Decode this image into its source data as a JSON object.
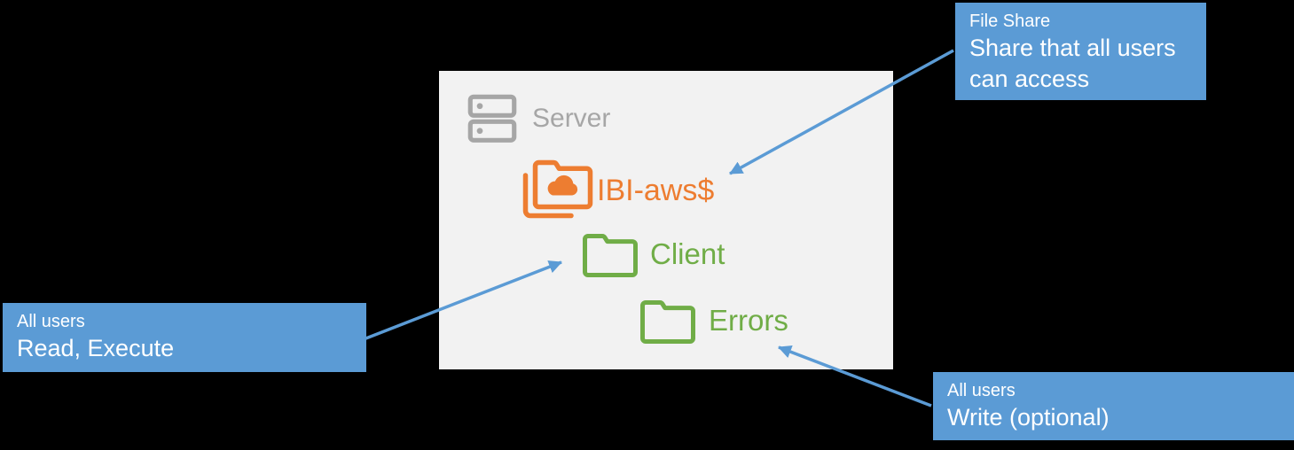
{
  "colors": {
    "background": "#000000",
    "panel": "#F2F2F2",
    "callout_blue": "#5B9BD5",
    "callout_text": "#FFFFFF",
    "arrow_blue": "#5B9BD5",
    "server_gray": "#A6A6A6",
    "share_orange": "#ED7D31",
    "folder_green": "#70AD47"
  },
  "panel": {
    "server_label": "Server",
    "items": [
      {
        "label": "IBI-aws$",
        "icon": "shared-cloud-folder-icon",
        "color": "#ED7D31"
      },
      {
        "label": "Client",
        "icon": "folder-icon",
        "color": "#70AD47"
      },
      {
        "label": "Errors",
        "icon": "folder-icon",
        "color": "#70AD47"
      }
    ]
  },
  "callouts": [
    {
      "title": "File Share",
      "body": "Share that all users can access",
      "points_to": "IBI-aws$"
    },
    {
      "title": "All users",
      "body": "Read, Execute",
      "points_to": "Client"
    },
    {
      "title": "All users",
      "body": "Write (optional)",
      "points_to": "Errors"
    }
  ]
}
